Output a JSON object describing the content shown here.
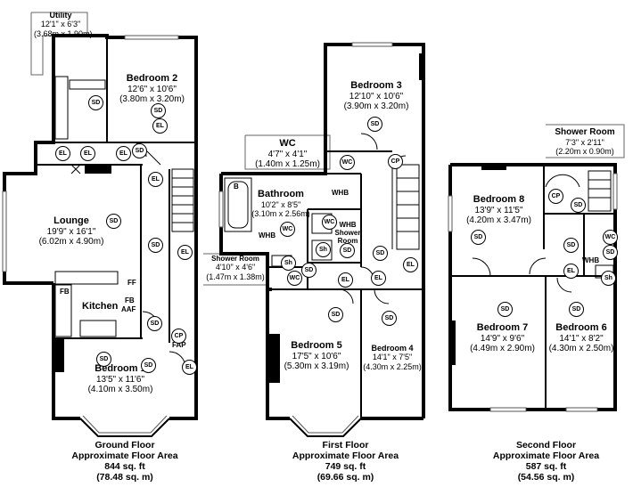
{
  "rooms": {
    "utility": {
      "name": "Utility",
      "imperial": "12'1\" x 6'3\"",
      "metric": "(3.68m x 1.90m)"
    },
    "bedroom2": {
      "name": "Bedroom 2",
      "imperial": "12'6\" x 10'6\"",
      "metric": "(3.80m x 3.20m)"
    },
    "lounge": {
      "name": "Lounge",
      "imperial": "19'9\" x 16'1\"",
      "metric": "(6.02m x 4.90m)"
    },
    "kitchen": {
      "name": "Kitchen"
    },
    "bedroom1": {
      "name": "Bedroom 1",
      "imperial": "13'5\" x 11'6\"",
      "metric": "(4.10m x 3.50m)"
    },
    "wc": {
      "name": "WC",
      "imperial": "4'7\" x 4'1\"",
      "metric": "(1.40m x 1.25m)"
    },
    "bedroom3": {
      "name": "Bedroom 3",
      "imperial": "12'10\" x 10'6\"",
      "metric": "(3.90m x 3.20m)"
    },
    "bathroom": {
      "name": "Bathroom",
      "imperial": "10'2\" x 8'5\"",
      "metric": "(3.10m x 2.56m)"
    },
    "whb_shower": {
      "line1": "WHB",
      "line2": "Shower",
      "line3": "Room"
    },
    "shower_room1": {
      "name": "Shower Room",
      "imperial": "4'10\" x 4'6\"",
      "metric": "(1.47m x 1.38m)"
    },
    "bedroom5": {
      "name": "Bedroom 5",
      "imperial": "17'5\" x 10'6\"",
      "metric": "(5.30m x 3.19m)"
    },
    "bedroom4": {
      "name": "Bedroom 4",
      "imperial": "14'1\" x 7'5\"",
      "metric": "(4.30m x 2.25m)"
    },
    "shower_room2": {
      "name": "Shower Room",
      "imperial": "7'3\" x 2'11\"",
      "metric": "(2.20m x 0.90m)"
    },
    "bedroom8": {
      "name": "Bedroom 8",
      "imperial": "13'9\" x 11'5\"",
      "metric": "(4.20m x 3.47m)"
    },
    "bedroom7": {
      "name": "Bedroom 7",
      "imperial": "14'9\" x 9'6\"",
      "metric": "(4.49m x 2.90m)"
    },
    "bedroom6": {
      "name": "Bedroom 6",
      "imperial": "14'1\" x 8'2\"",
      "metric": "(4.30m x 2.50m)"
    }
  },
  "floors": {
    "ground": {
      "line1": "Ground Floor",
      "line2": "Approximate Floor Area",
      "line3": "844 sq. ft",
      "line4": "(78.48 sq. m)"
    },
    "first": {
      "line1": "First Floor",
      "line2": "Approximate Floor Area",
      "line3": "749 sq. ft",
      "line4": "(69.66 sq. m)"
    },
    "second": {
      "line1": "Second Floor",
      "line2": "Approximate Floor Area",
      "line3": "587 sq. ft",
      "line4": "(54.56 sq. m)"
    }
  },
  "symbols": {
    "sd": "SD",
    "el": "EL",
    "cp": "CP",
    "wc": "WC",
    "sh": "Sh",
    "whb": "WHB",
    "fb": "FB",
    "ff": "FF",
    "aaf": "AAF",
    "fap": "FAP",
    "bath": "B"
  }
}
